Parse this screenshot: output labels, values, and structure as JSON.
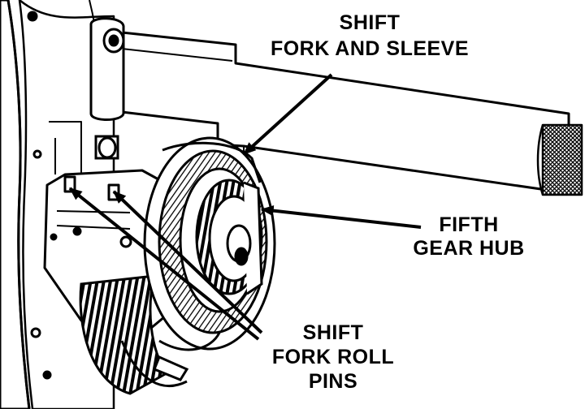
{
  "callouts": {
    "shift_fork_and_sleeve": {
      "line1": "SHIFT",
      "line2": "FORK AND SLEEVE"
    },
    "fifth_gear_hub": {
      "line1": "FIFTH",
      "line2": "GEAR HUB"
    },
    "shift_fork_roll_pins": {
      "line1": "SHIFT",
      "line2": "FORK ROLL",
      "line3": "PINS"
    }
  },
  "colors": {
    "ink": "#000000",
    "paper": "#ffffff"
  }
}
